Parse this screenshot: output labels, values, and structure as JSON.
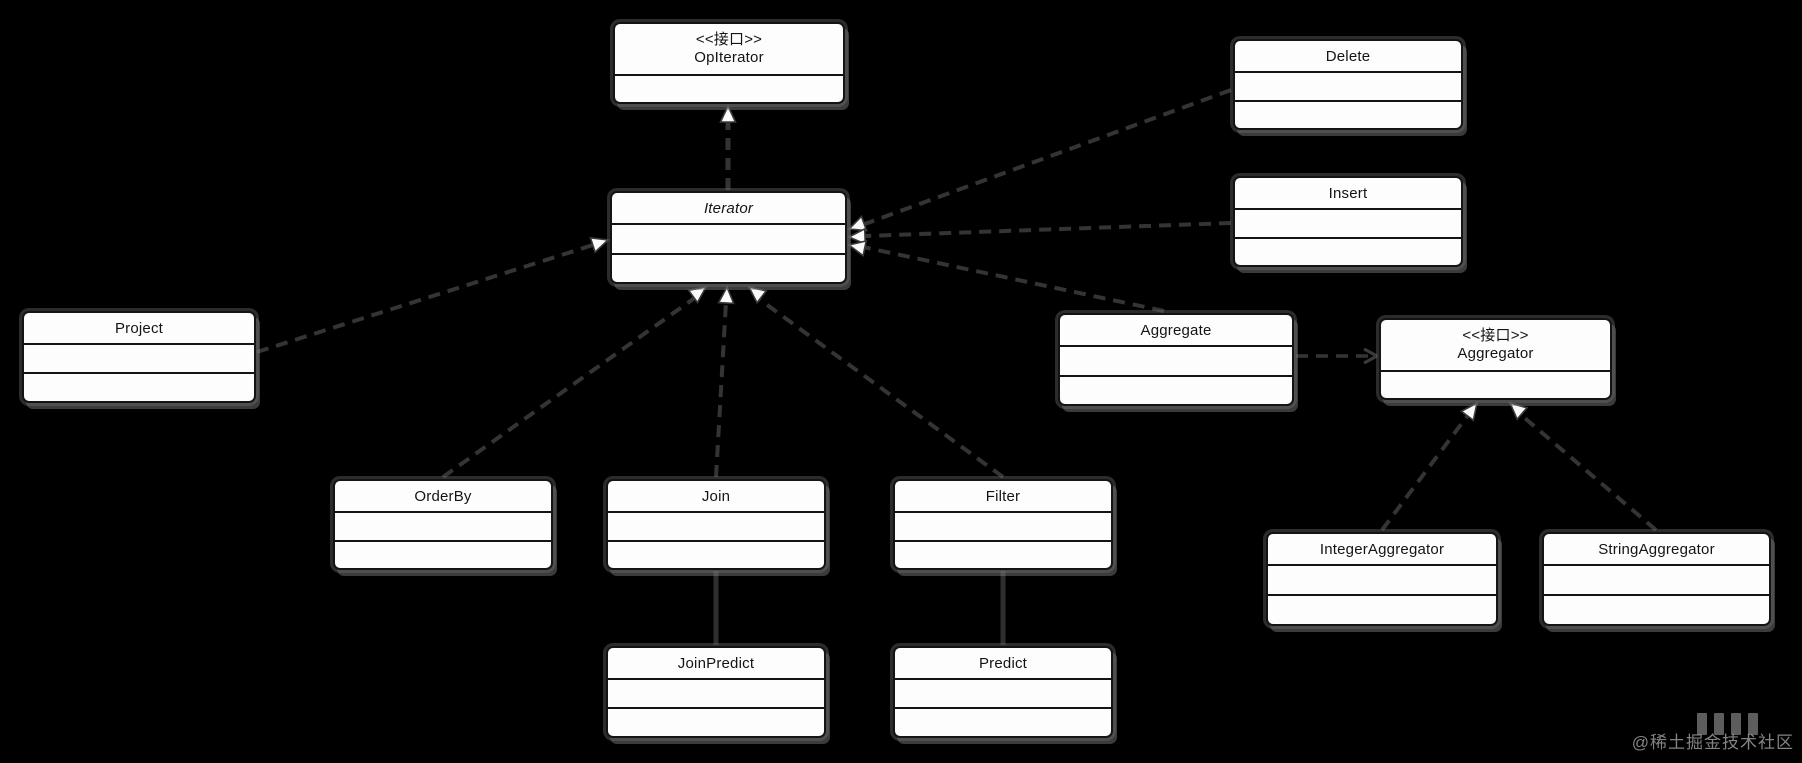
{
  "diagram": {
    "title": "UML class diagram",
    "colors": {
      "background": "#000000",
      "box_fill": "#fdfdfd",
      "box_border": "#141414",
      "line": "#343434",
      "arrowhead_fill": "#fafafa",
      "watermark_gray": "#9b9b9b"
    },
    "classes": {
      "op_iterator": {
        "stereotype": "<<接口>>",
        "name": "OpIterator"
      },
      "iterator": {
        "name": "Iterator",
        "abstract": true
      },
      "delete": {
        "name": "Delete"
      },
      "insert": {
        "name": "Insert"
      },
      "project": {
        "name": "Project"
      },
      "aggregate": {
        "name": "Aggregate"
      },
      "aggregator": {
        "stereotype": "<<接口>>",
        "name": "Aggregator"
      },
      "orderby": {
        "name": "OrderBy"
      },
      "join": {
        "name": "Join"
      },
      "filter": {
        "name": "Filter"
      },
      "join_predict": {
        "name": "JoinPredict"
      },
      "predict": {
        "name": "Predict"
      },
      "integer_aggregator": {
        "name": "IntegerAggregator"
      },
      "string_aggregator": {
        "name": "StringAggregator"
      }
    },
    "relationships": [
      {
        "from": "Iterator",
        "to": "OpIterator",
        "type": "realization (dashed, hollow triangle)"
      },
      {
        "from": "Project",
        "to": "Iterator",
        "type": "realization (dashed, hollow triangle)"
      },
      {
        "from": "Delete",
        "to": "Iterator",
        "type": "realization (dashed, hollow triangle)"
      },
      {
        "from": "Insert",
        "to": "Iterator",
        "type": "realization (dashed, hollow triangle)"
      },
      {
        "from": "Aggregate",
        "to": "Iterator",
        "type": "realization (dashed, hollow triangle)"
      },
      {
        "from": "OrderBy",
        "to": "Iterator",
        "type": "realization (dashed, hollow triangle)"
      },
      {
        "from": "Join",
        "to": "Iterator",
        "type": "realization (dashed, hollow triangle)"
      },
      {
        "from": "Filter",
        "to": "Iterator",
        "type": "realization (dashed, hollow triangle)"
      },
      {
        "from": "Aggregate",
        "to": "Aggregator",
        "type": "dependency (dashed, open arrow)"
      },
      {
        "from": "IntegerAggregator",
        "to": "Aggregator",
        "type": "realization (dashed, hollow triangle)"
      },
      {
        "from": "StringAggregator",
        "to": "Aggregator",
        "type": "realization (dashed, hollow triangle)"
      },
      {
        "from": "Join",
        "to": "JoinPredict",
        "type": "association (line)"
      },
      {
        "from": "Filter",
        "to": "Predict",
        "type": "association (line)"
      }
    ],
    "watermark": {
      "text": "@稀土掘金技术社区"
    }
  }
}
